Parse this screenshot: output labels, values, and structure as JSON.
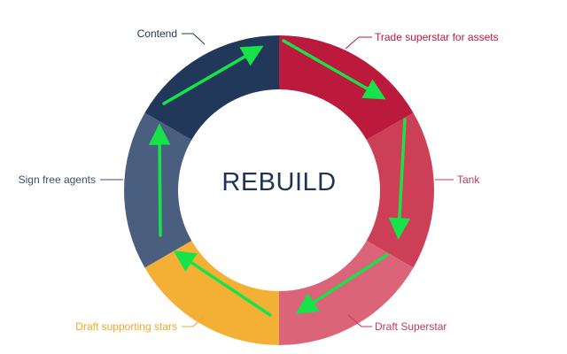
{
  "diagram": {
    "center_label": "REBUILD",
    "center_color": "#1f3354",
    "arrow_color": "#16e34a",
    "segments": [
      {
        "label": "Trade superstar for assets",
        "color": "#bb1a3c",
        "label_color": "#bb1a3c"
      },
      {
        "label": "Tank",
        "color": "#cd3f57",
        "label_color": "#c23b52"
      },
      {
        "label": "Draft Superstar",
        "color": "#dc6478",
        "label_color": "#c23b52"
      },
      {
        "label": "Draft supporting stars",
        "color": "#f4b035",
        "label_color": "#f0a82a"
      },
      {
        "label": "Sign free agents",
        "color": "#4a5f80",
        "label_color": "#3d4f6e"
      },
      {
        "label": "Contend",
        "color": "#21385a",
        "label_color": "#21385a"
      }
    ]
  }
}
